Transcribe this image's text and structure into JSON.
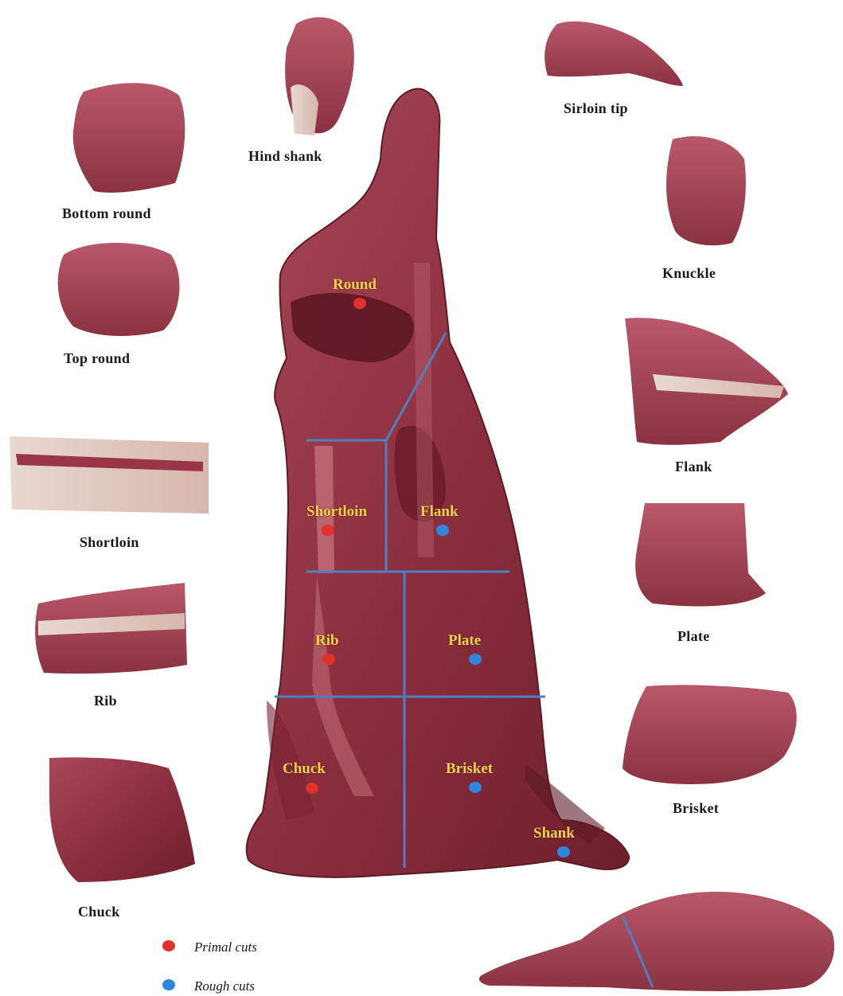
{
  "cuts": {
    "hind_shank": "Hind shank",
    "sirloin_tip": "Sirloin tip",
    "bottom_round": "Bottom round",
    "knuckle": "Knuckle",
    "top_round": "Top round",
    "flank": "Flank",
    "shortloin": "Shortloin",
    "plate": "Plate",
    "rib": "Rib",
    "brisket": "Brisket",
    "chuck": "Chuck"
  },
  "carcass_labels": {
    "round": "Round",
    "shortloin": "Shortloin",
    "flank": "Flank",
    "rib": "Rib",
    "plate": "Plate",
    "chuck": "Chuck",
    "brisket": "Brisket",
    "shank": "Shank"
  },
  "legend": {
    "primal": "Primal cuts",
    "rough": "Rough cuts"
  },
  "colors": {
    "primal_dot": "#e0322a",
    "rough_dot": "#2e86de",
    "division_line": "#4f7fc0",
    "label_on_meat": "#f2d24a"
  }
}
